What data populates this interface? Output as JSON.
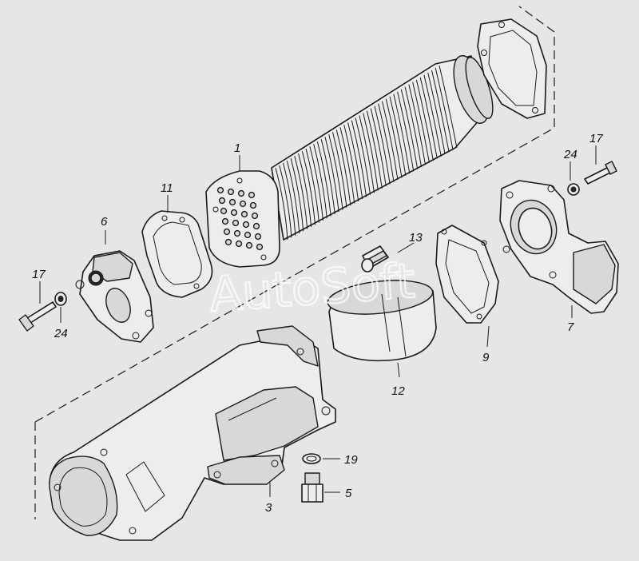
{
  "watermark": "AutoSoft",
  "callouts": {
    "p1": "1",
    "p3": "3",
    "p5": "5",
    "p6": "6",
    "p7": "7",
    "p9": "9",
    "p11": "11",
    "p12": "12",
    "p13": "13",
    "p17a": "17",
    "p17b": "17",
    "p19": "19",
    "p24a": "24",
    "p24b": "24"
  }
}
